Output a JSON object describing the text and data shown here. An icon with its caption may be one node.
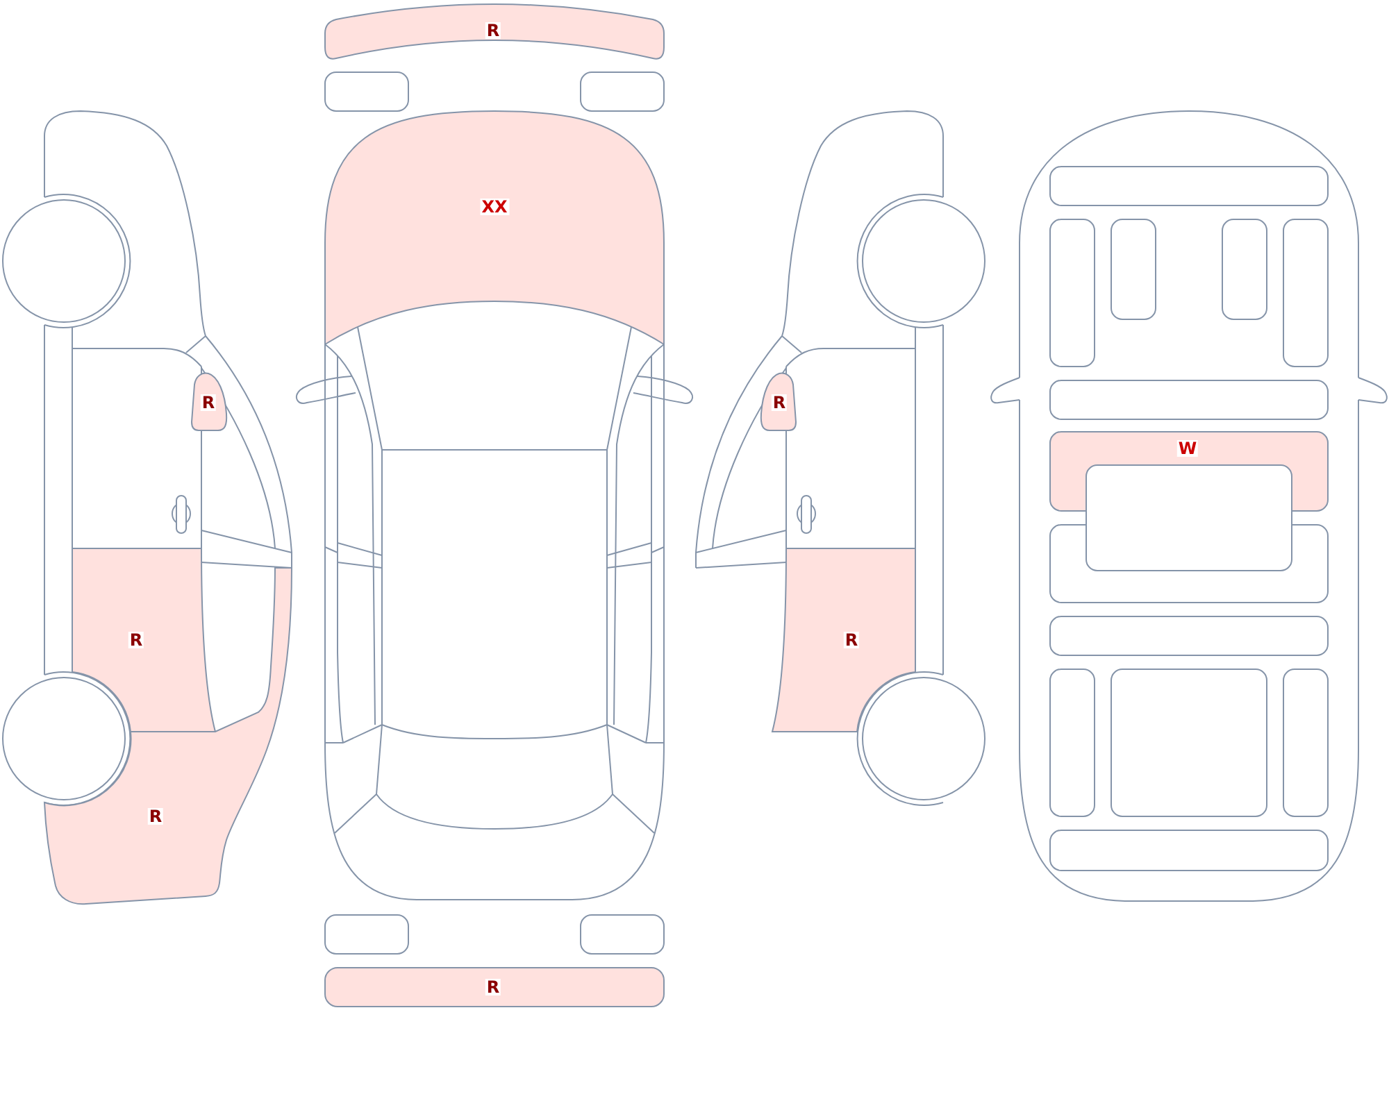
{
  "diagram": {
    "nodes": [
      {
        "text": [
          "R"
        ]
      },
      {
        "text": [
          "R"
        ]
      },
      {
        "text": [
          "R"
        ]
      },
      {
        "text": [
          "R"
        ]
      },
      {
        "text": [],
        "shape": "box"
      },
      {
        "text": [],
        "shape": "box"
      },
      {
        "text": [
          "XX"
        ]
      },
      {
        "text": [],
        "shape": "box"
      },
      {
        "text": [],
        "shape": "box"
      },
      {
        "text": [
          "R"
        ]
      },
      {
        "text": [
          "R"
        ]
      },
      {
        "text": [
          "R"
        ]
      },
      {
        "text": [],
        "shape": "box"
      },
      {
        "text": [],
        "shape": "box"
      },
      {
        "text": [],
        "shape": "box"
      },
      {
        "text": [],
        "shape": "box"
      },
      {
        "text": [],
        "shape": "box"
      },
      {
        "text": [],
        "shape": "box"
      },
      {
        "text": [
          "W"
        ]
      },
      {
        "text": [],
        "shape": "box"
      },
      {
        "text": [],
        "shape": "box"
      },
      {
        "text": [],
        "shape": "box"
      },
      {
        "text": [],
        "shape": "box"
      },
      {
        "text": [],
        "shape": "box"
      },
      {
        "text": [],
        "shape": "box"
      },
      {
        "text": [],
        "shape": "box"
      }
    ]
  }
}
